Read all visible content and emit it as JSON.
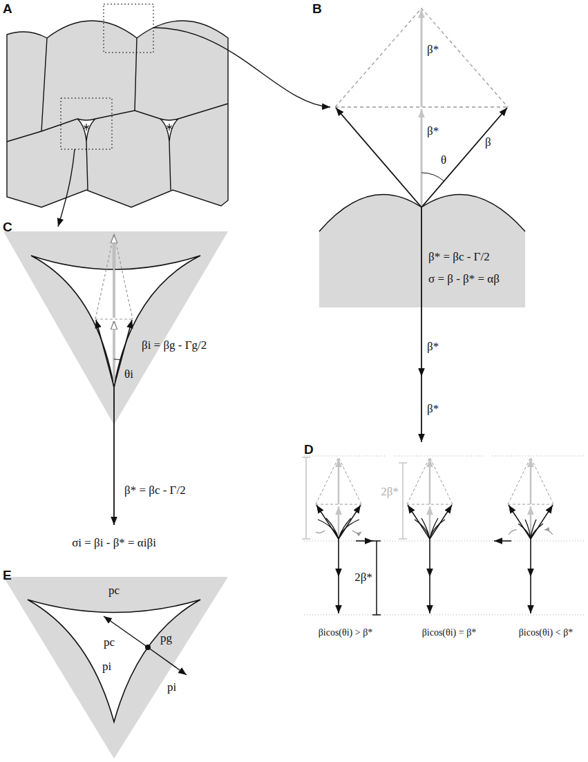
{
  "diagram": {
    "labels": [
      "A",
      "B",
      "β*",
      "β*",
      "θ",
      "β",
      "β* = βc - Γ/2",
      "σ = β - β* = αβ",
      "β*",
      "β*",
      "C",
      "βi = βg - Γg/2",
      "θi",
      "β* = βc - Γ/2",
      "σi = βi - β* = αiβi",
      "D",
      "2β*",
      "2β*",
      "βicos(θi) > β*",
      "βicos(θi) = β*",
      "βicos(θi) < β*",
      "E",
      "pc",
      "pi",
      "pc",
      "pg",
      "pi"
    ]
  }
}
